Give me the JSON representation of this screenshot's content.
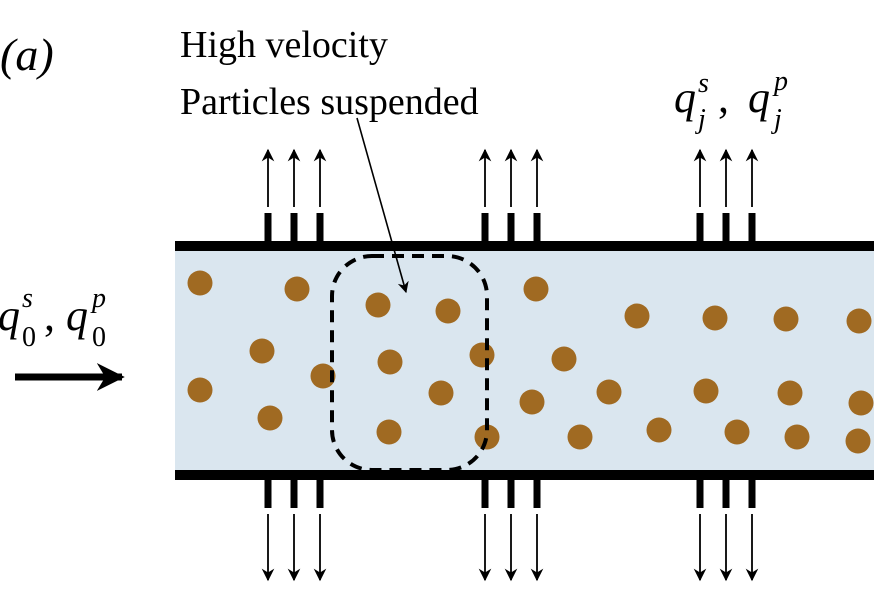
{
  "panel_label": "(a)",
  "annotation": {
    "line1": "High velocity",
    "line2": "Particles suspended"
  },
  "inlet_label": {
    "q": "q",
    "sub": "0",
    "sup_s": "s",
    "sup_p": "p",
    "sep": ","
  },
  "outlet_label": {
    "q": "q",
    "sub": "j",
    "sup_s": "s",
    "sup_p": "p",
    "sep": ","
  },
  "colors": {
    "channel_fill": "#dae6ef",
    "particle": "#a06a22",
    "wall": "#000000"
  }
}
